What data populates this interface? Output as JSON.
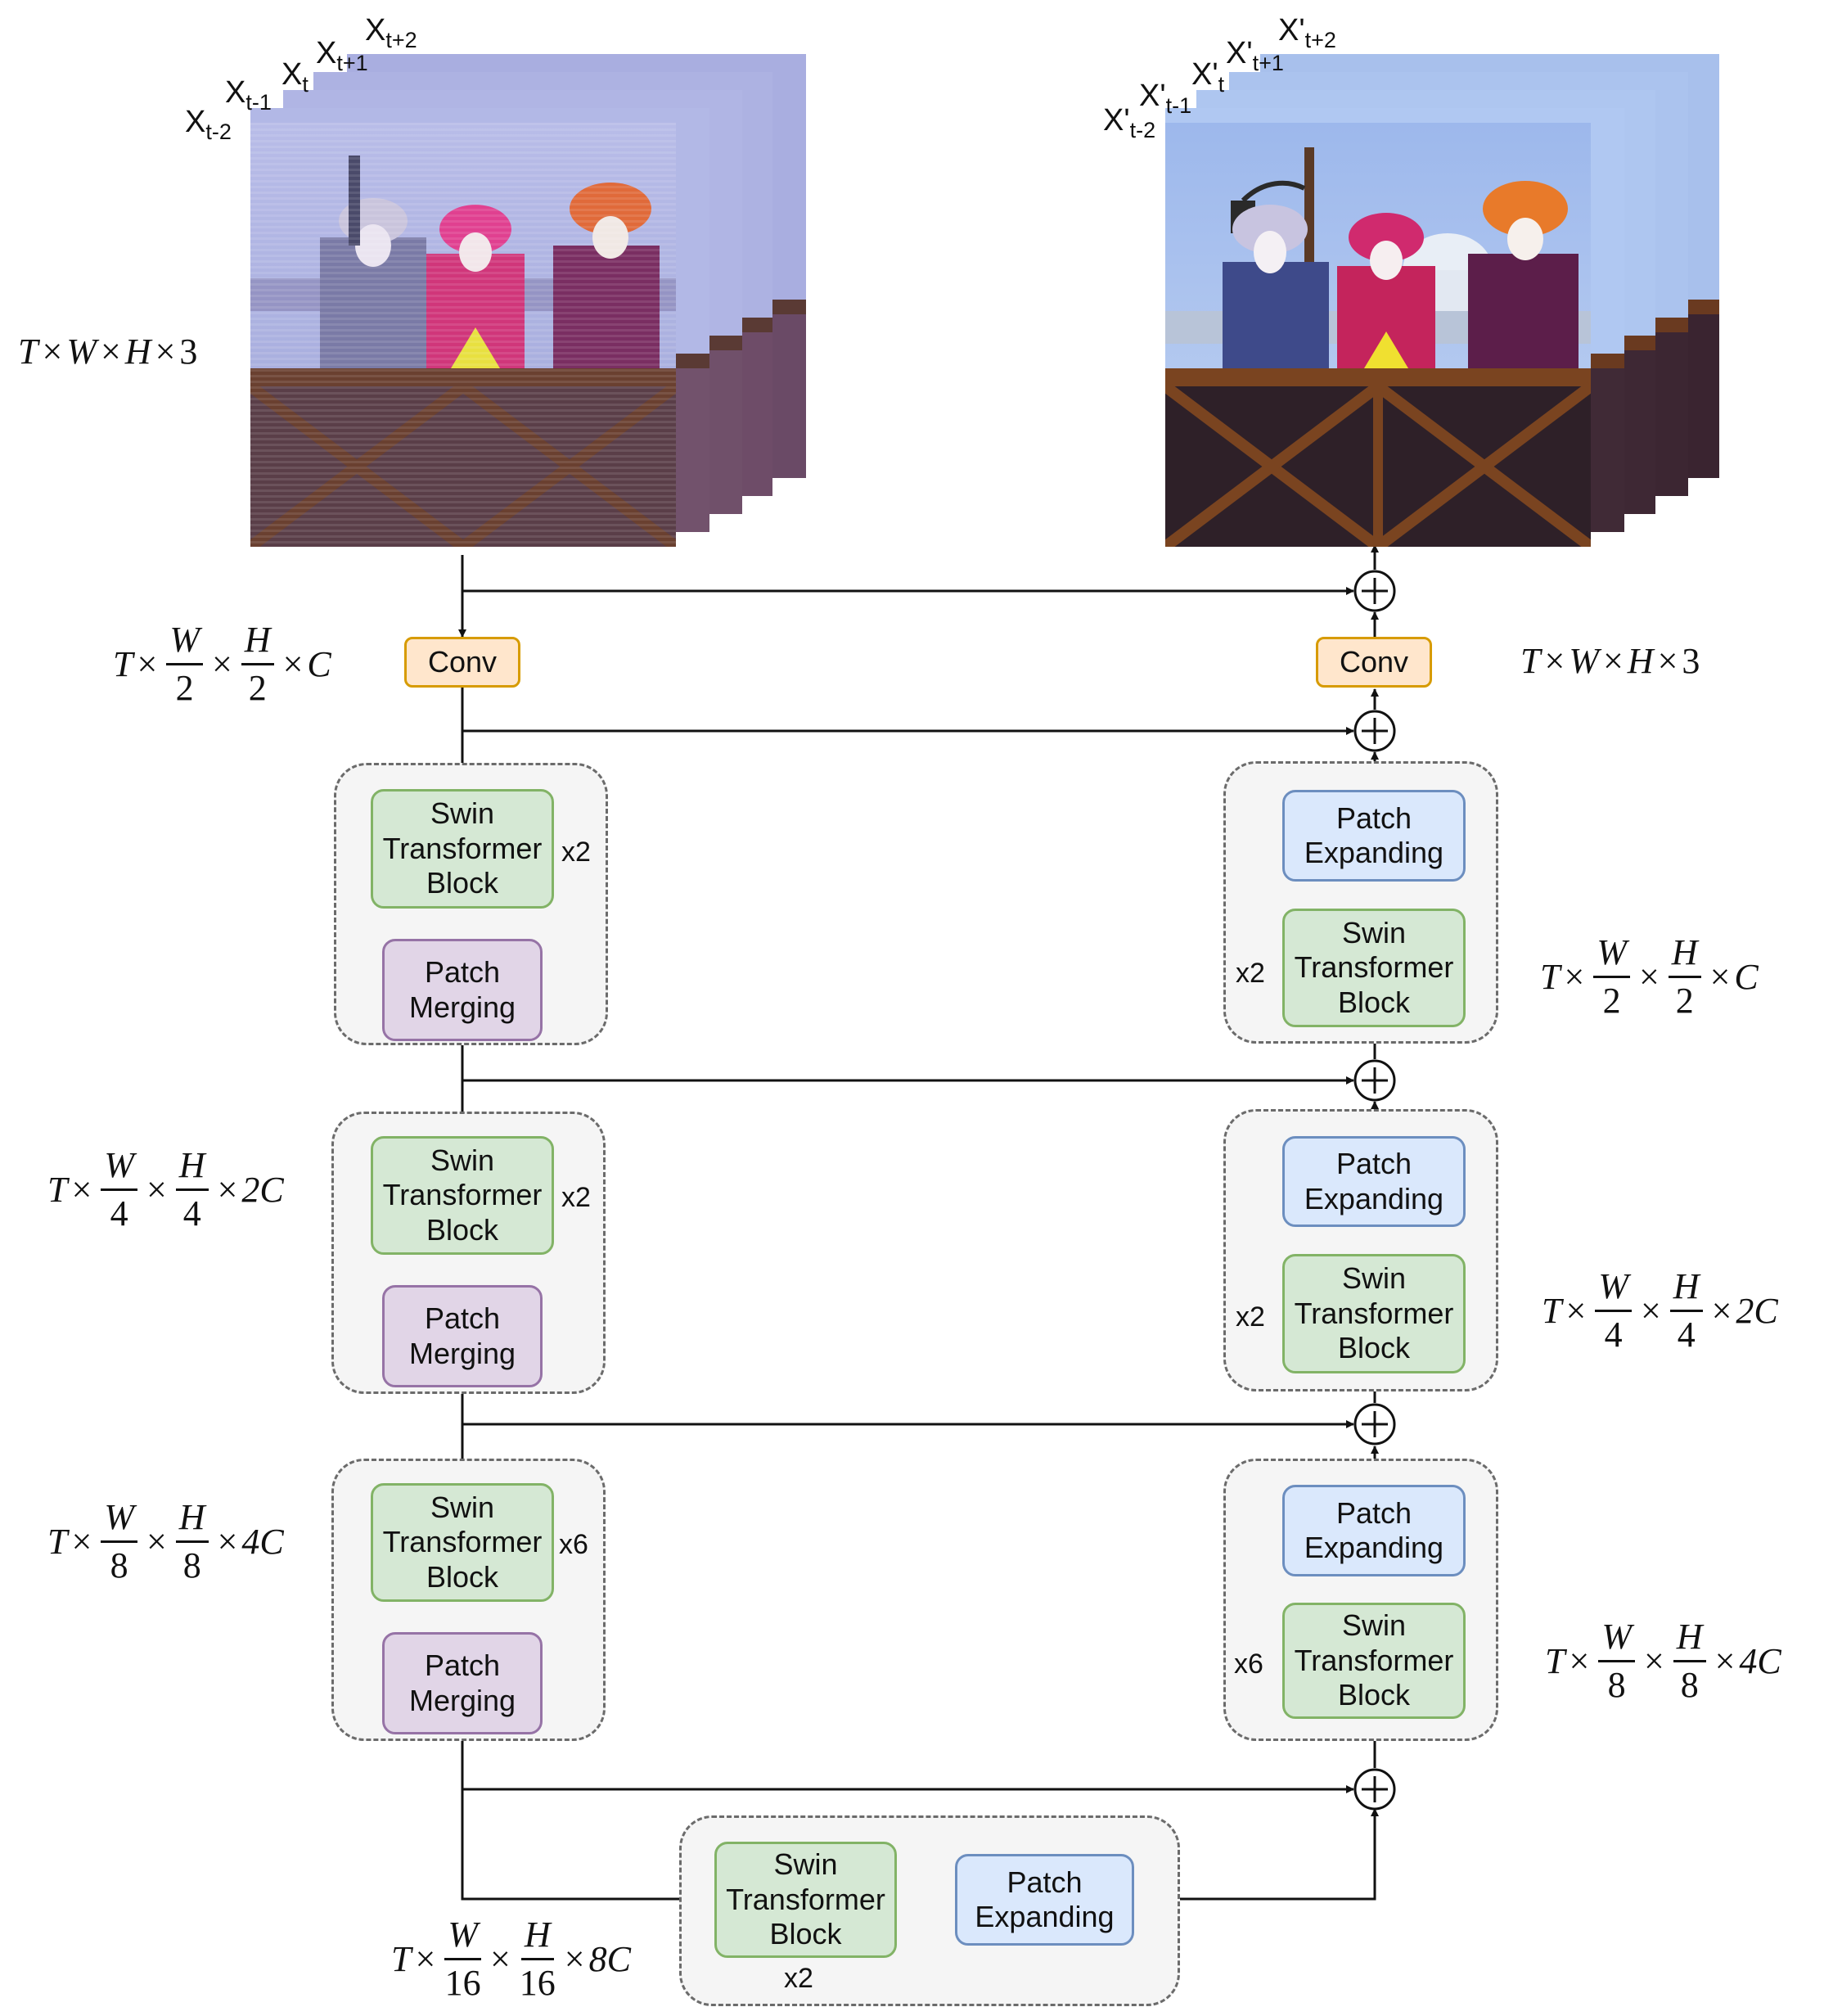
{
  "input_frames": [
    "X",
    "X",
    "X",
    "X",
    "X"
  ],
  "input_subs": [
    "t-2",
    "t-1",
    "t",
    "t+1",
    "t+2"
  ],
  "output_frames": [
    "X'",
    "X'",
    "X'",
    "X'",
    "X'"
  ],
  "output_subs": [
    "t-2",
    "t-1",
    "t",
    "t+1",
    "t+2"
  ],
  "blocks": {
    "conv": "Conv",
    "swin": "Swin\nTransformer\nBlock",
    "merge": "Patch\nMerging",
    "expand": "Patch\nExpanding"
  },
  "repeats": {
    "x2": "x2",
    "x6": "x6"
  },
  "dims": {
    "T": "T",
    "W": "W",
    "H": "H",
    "C": "C",
    "times": "×",
    "three": "3",
    "two": "2",
    "four": "4",
    "eight": "8",
    "sixteen": "16",
    "c2": "2C",
    "c4": "4C",
    "c8": "8C"
  },
  "colors": {
    "swin_fill": "#d5e8d4",
    "swin_border": "#82b366",
    "merge_fill": "#e1d5e7",
    "merge_border": "#9673a6",
    "expand_fill": "#dae8fc",
    "expand_border": "#6c8ebf",
    "conv_fill": "#ffe6cc",
    "conv_border": "#d79b00"
  }
}
